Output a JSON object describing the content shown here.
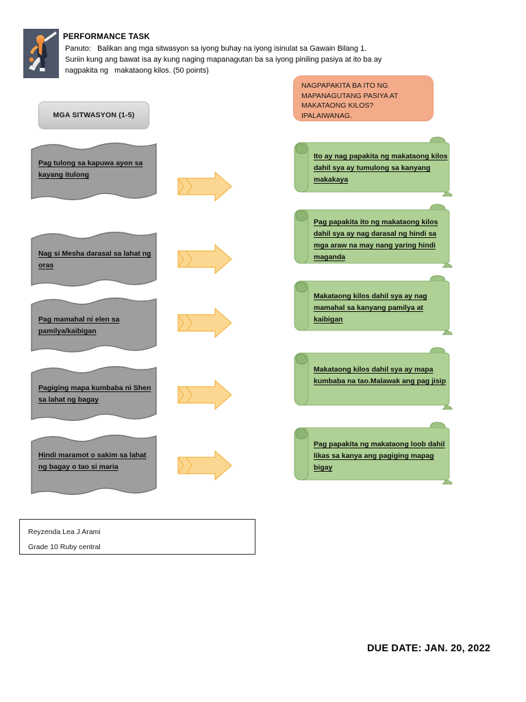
{
  "header": {
    "clipart_name": "volleyball-player-clipart",
    "title": "PERFORMANCE TASK",
    "instruction_lines": [
      "Panuto:   Balikan ang mga sitwasyon sa iyong buhay na iyong isinulat sa Gawain Bilang 1.",
      "Suriin kung ang bawat isa ay kung naging mapanagutan ba sa iyong piniling pasiya at ito ba ay",
      "nagpakita ng   makataong kilos. (50 points)"
    ]
  },
  "columns": {
    "left_header": "MGA SITWASYON (1-5)",
    "right_header_lines": [
      "NAGPAPAKITA BA ITO NG",
      "MAPANAGUTANG PASIYA AT",
      "MAKATAONG KILOS?",
      "IPALAIWANAG."
    ]
  },
  "rows": [
    {
      "situation": "Pag tulong sa kapuwa ayon sa kayang itulong",
      "arrow": "right-arrow-icon",
      "answer": "Ito ay nag papakita ng makataong kilos dahil sya ay tumulong sa kanyang makakaya"
    },
    {
      "situation": "Nag si Mesha darasal sa lahat ng oras",
      "arrow": "right-arrow-icon",
      "answer": "Pag papakita ito ng makataong kilos dahil sya ay nag darasal ng hindi sa mga araw na may nang yaring hindi maganda"
    },
    {
      "situation": "Pag mamahal ni elen sa pamilya/kaibigan",
      "arrow": "right-arrow-icon",
      "answer": "Makataong kilos dahil sya ay nag mamahal sa kanyang pamilya at kaibigan"
    },
    {
      "situation": "Pagiging mapa kumbaba ni Shen sa lahat ng bagay",
      "arrow": "right-arrow-icon",
      "answer": "Makataong kilos dahil sya ay mapa kumbaba na tao.Malawak ang pag jisip"
    },
    {
      "situation": "Hindi maramot o sakim sa lahat ng bagay o tao si maria",
      "arrow": "right-arrow-icon",
      "answer": "Pag papakita ng makataong loob dahil likas sa kanya ang pagiging mapag bigay"
    }
  ],
  "student": {
    "name": "Reyzenda Lea J Arami",
    "grade_section": "Grade 10 Ruby central"
  },
  "footer": {
    "due_date": "DUE DATE: JAN. 20, 2022"
  },
  "colors": {
    "banner_gray": "#9e9e9e",
    "scroll_green": "#afd195",
    "arrow_yellow": "#fcd791",
    "question_orange": "#f3ab8a",
    "pill_gray": "#d4d4d4",
    "clipart_bg": "#4d5769"
  }
}
